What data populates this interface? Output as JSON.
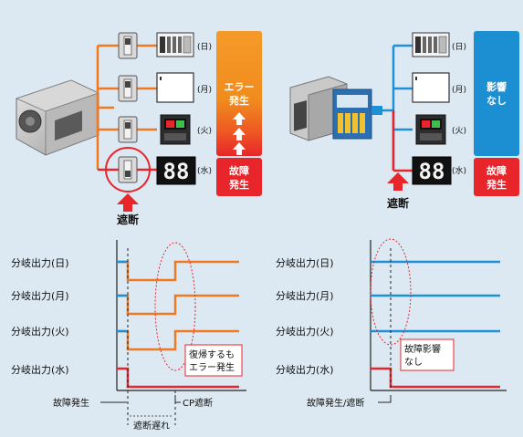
{
  "days": [
    "(日)",
    "(月)",
    "(火)",
    "(水)"
  ],
  "left_panel": {
    "error_label": [
      "エラー",
      "発生"
    ],
    "fault_label": [
      "故障",
      "発生"
    ],
    "cutoff_label": "遮断",
    "segment_display": "88"
  },
  "right_panel": {
    "no_effect_label": [
      "影響",
      "なし"
    ],
    "fault_label": [
      "故障",
      "発生"
    ],
    "cutoff_label": "遮断",
    "segment_display": "88"
  },
  "left_chart": {
    "row_labels": [
      "分岐出力(日)",
      "分岐出力(月)",
      "分岐出力(火)",
      "分岐出力(水)"
    ],
    "note": [
      "復帰するも",
      "エラー発生"
    ],
    "fault_label": "故障発生",
    "cp_label": "CP遮断",
    "delay_label": "遮断遅れ"
  },
  "right_chart": {
    "row_labels": [
      "分岐出力(日)",
      "分岐出力(月)",
      "分岐出力(火)",
      "分岐出力(水)"
    ],
    "note": [
      "故障影響",
      "なし"
    ],
    "fault_label": "故障発生/遮断"
  },
  "colors": {
    "background": "#dde9f2",
    "branch_line": "#f0781e",
    "fault_line": "#e8252a",
    "normal_line": "#1e90d6",
    "orange_panel": "#f08c1e",
    "blue_panel": "#1c8fd3",
    "red_panel": "#e8252a"
  }
}
